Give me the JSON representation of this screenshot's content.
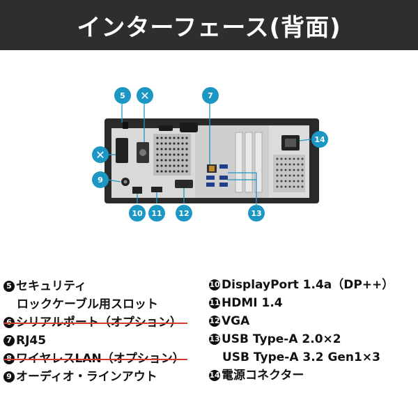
{
  "header": {
    "title": "インターフェース(背面)"
  },
  "callouts": {
    "c5": "5",
    "c7": "7",
    "c9": "9",
    "c10": "10",
    "c11": "11",
    "c12": "12",
    "c13": "13",
    "c14": "14",
    "x_symbol": "✕"
  },
  "left_list": [
    {
      "num": "5",
      "text": "セキュリティ"
    },
    {
      "num": "",
      "text": "ロックケーブル用スロット"
    },
    {
      "num": "6",
      "text": "シリアルポート（オプション）"
    },
    {
      "num": "7",
      "text": "RJ45"
    },
    {
      "num": "8",
      "text": "ワイヤレスLAN（オプション）"
    },
    {
      "num": "9",
      "text": "オーディオ・ラインアウト"
    }
  ],
  "right_list": [
    {
      "num": "10",
      "text": "DisplayPort 1.4a（DP++）"
    },
    {
      "num": "11",
      "text": "HDMI 1.4"
    },
    {
      "num": "12",
      "text": "VGA"
    },
    {
      "num": "13",
      "text": "USB Type-A 2.0×2"
    },
    {
      "num": "",
      "text": "USB Type-A 3.2 Gen1×3"
    },
    {
      "num": "14",
      "text": "電源コネクター"
    }
  ],
  "colors": {
    "header_bg": "#2e2e2e",
    "callout": "#1c97c4",
    "strike": "#d23a2a"
  }
}
